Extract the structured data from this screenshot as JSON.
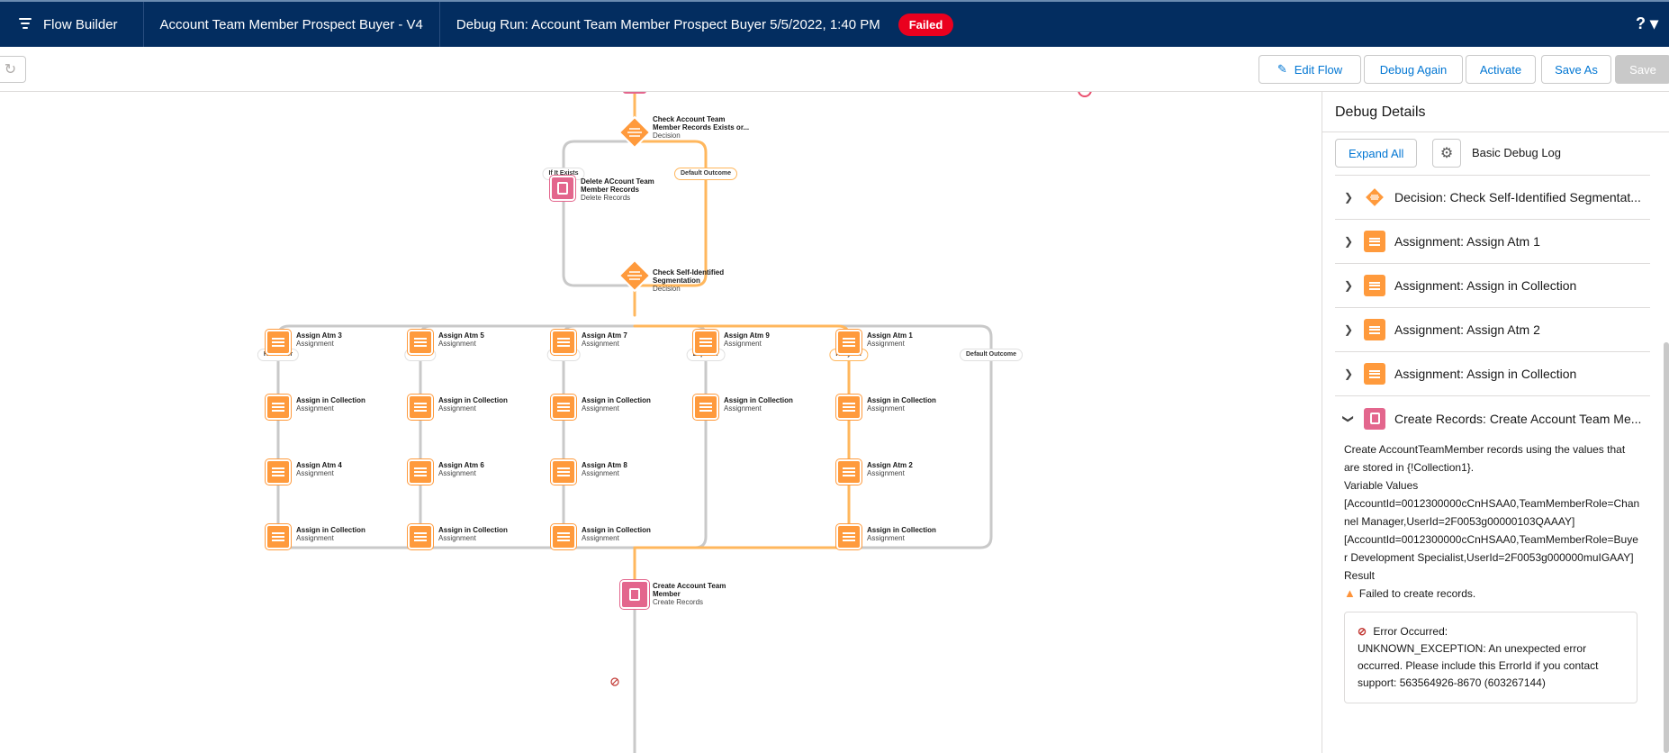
{
  "header": {
    "app_name": "Flow Builder",
    "flow_name": "Account Team Member Prospect Buyer - V4",
    "debug_run": "Debug Run: Account Team Member Prospect Buyer 5/5/2022, 1:40 PM",
    "status": "Failed",
    "help": "? ▾"
  },
  "toolbar": {
    "redo": "↻",
    "edit_flow": "Edit Flow",
    "debug_again": "Debug Again",
    "activate": "Activate",
    "save_as": "Save As",
    "save": "Save"
  },
  "canvas": {
    "decision1": {
      "title": "Check Account Team Member Records Exists or...",
      "type": "Decision"
    },
    "outcomes1": [
      "If It Exists",
      "Default Outcome"
    ],
    "delete_node": {
      "title": "Delete ACcount Team Member Records",
      "type": "Delete Records"
    },
    "decision2": {
      "title": "Check Self-Identified Segmentation",
      "type": "Decision"
    },
    "outcomes2": [
      "Rebuilder",
      "Dealer",
      "Broker",
      "Exporter",
      "Recycler",
      "Default Outcome"
    ],
    "branches": [
      {
        "nodes": [
          {
            "title": "Assign Atm 3",
            "type": "Assignment"
          },
          {
            "title": "Assign in Collection",
            "type": "Assignment"
          },
          {
            "title": "Assign Atm 4",
            "type": "Assignment"
          },
          {
            "title": "Assign in Collection",
            "type": "Assignment"
          }
        ]
      },
      {
        "nodes": [
          {
            "title": "Assign Atm 5",
            "type": "Assignment"
          },
          {
            "title": "Assign in Collection",
            "type": "Assignment"
          },
          {
            "title": "Assign Atm 6",
            "type": "Assignment"
          },
          {
            "title": "Assign in Collection",
            "type": "Assignment"
          }
        ]
      },
      {
        "nodes": [
          {
            "title": "Assign Atm 7",
            "type": "Assignment"
          },
          {
            "title": "Assign in Collection",
            "type": "Assignment"
          },
          {
            "title": "Assign Atm 8",
            "type": "Assignment"
          },
          {
            "title": "Assign in Collection",
            "type": "Assignment"
          }
        ]
      },
      {
        "nodes": [
          {
            "title": "Assign Atm 9",
            "type": "Assignment"
          },
          {
            "title": "Assign in Collection",
            "type": "Assignment"
          }
        ]
      },
      {
        "nodes": [
          {
            "title": "Assign Atm 1",
            "type": "Assignment"
          },
          {
            "title": "Assign in Collection",
            "type": "Assignment"
          },
          {
            "title": "Assign Atm 2",
            "type": "Assignment"
          },
          {
            "title": "Assign in Collection",
            "type": "Assignment"
          }
        ]
      }
    ],
    "create_node": {
      "title": "Create Account Team Member",
      "type": "Create Records"
    }
  },
  "panel": {
    "title": "Debug Details",
    "expand_all": "Expand All",
    "log_label": "Basic Debug Log",
    "rows": [
      {
        "icon": "decision",
        "label": "Decision: Check Self-Identified Segmentat..."
      },
      {
        "icon": "assignment",
        "label": "Assignment: Assign Atm 1"
      },
      {
        "icon": "assignment",
        "label": "Assignment: Assign in Collection"
      },
      {
        "icon": "assignment",
        "label": "Assignment: Assign Atm 2"
      },
      {
        "icon": "assignment",
        "label": "Assignment: Assign in Collection"
      }
    ],
    "open_row": {
      "label": "Create Records: Create Account Team Me..."
    },
    "details": {
      "description": "Create AccountTeamMember records using the values that are stored in {!Collection1}.",
      "variable_values_label": "Variable Values",
      "value1": "[AccountId=0012300000cCnHSAA0,TeamMemberRole=Channel Manager,UserId=2F0053g00000103QAAAY]",
      "value2": "[AccountId=0012300000cCnHSAA0,TeamMemberRole=Buyer Development Specialist,UserId=2F0053g000000muIGAAY]",
      "result_label": "Result",
      "result": "Failed to create records.",
      "error_title": "Error Occurred:",
      "error_message": "UNKNOWN_EXCEPTION: An unexpected error occurred. Please include this ErrorId if you contact support: 563564926-8670 (603267144)"
    }
  },
  "colors": {
    "header": "#032d60",
    "accent": "#0176d3",
    "orange": "#ff9a3c",
    "pink": "#e3668d",
    "failed": "#ea001e",
    "path_active": "#ffb75d",
    "path": "#c9c9c9"
  }
}
